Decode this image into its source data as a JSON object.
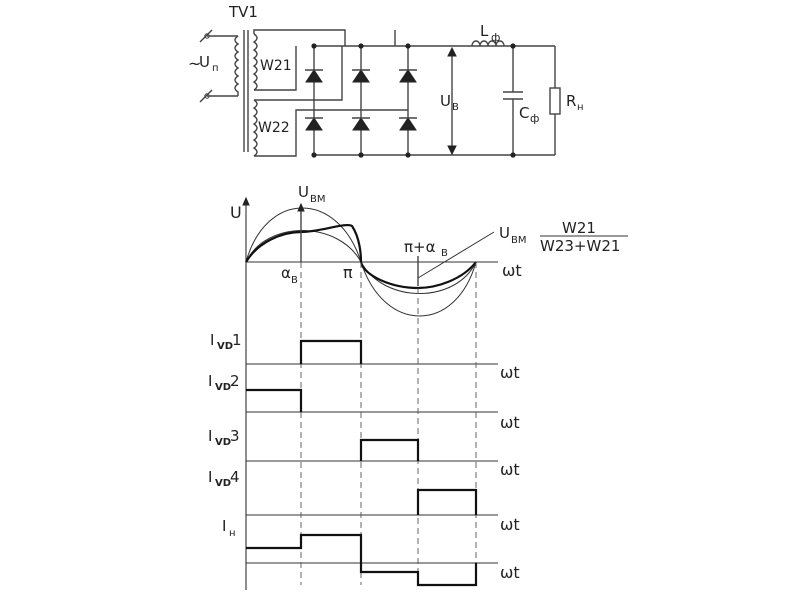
{
  "circuit": {
    "transformer": "TV1",
    "supply_tilde": "~",
    "supply_main": "U",
    "supply_sub": "п",
    "winding1": "W21",
    "winding2": "W22",
    "rectified_main": "U",
    "rectified_sub": "В",
    "inductor_main": "L",
    "inductor_sub": "ф",
    "capacitor_main": "C",
    "capacitor_sub": "ф",
    "load_main": "R",
    "load_sub": "н"
  },
  "waveform": {
    "y_axis": "U",
    "peak_main": "U",
    "peak_sub": "ВМ",
    "ratio_prefix_main": "U",
    "ratio_prefix_sub": "ВМ",
    "ratio_numerator": "W21",
    "ratio_denominator": "W23+W21",
    "pi_alpha_main": "π+α",
    "pi_alpha_sub": "В",
    "alpha_main": "α",
    "alpha_sub": "В",
    "pi": "π",
    "x_axis": "ωt"
  },
  "currents": [
    {
      "main": "I",
      "sub": "VD",
      "suffix": "1",
      "axis": "ωt"
    },
    {
      "main": "I",
      "sub": "VD",
      "suffix": "2",
      "axis": "ωt"
    },
    {
      "main": "I",
      "sub": "VD",
      "suffix": "3",
      "axis": "ωt"
    },
    {
      "main": "I",
      "sub": "VD",
      "suffix": "4",
      "axis": "ωt"
    },
    {
      "main": "I",
      "sub": "н",
      "suffix": "",
      "axis": "ωt"
    }
  ]
}
